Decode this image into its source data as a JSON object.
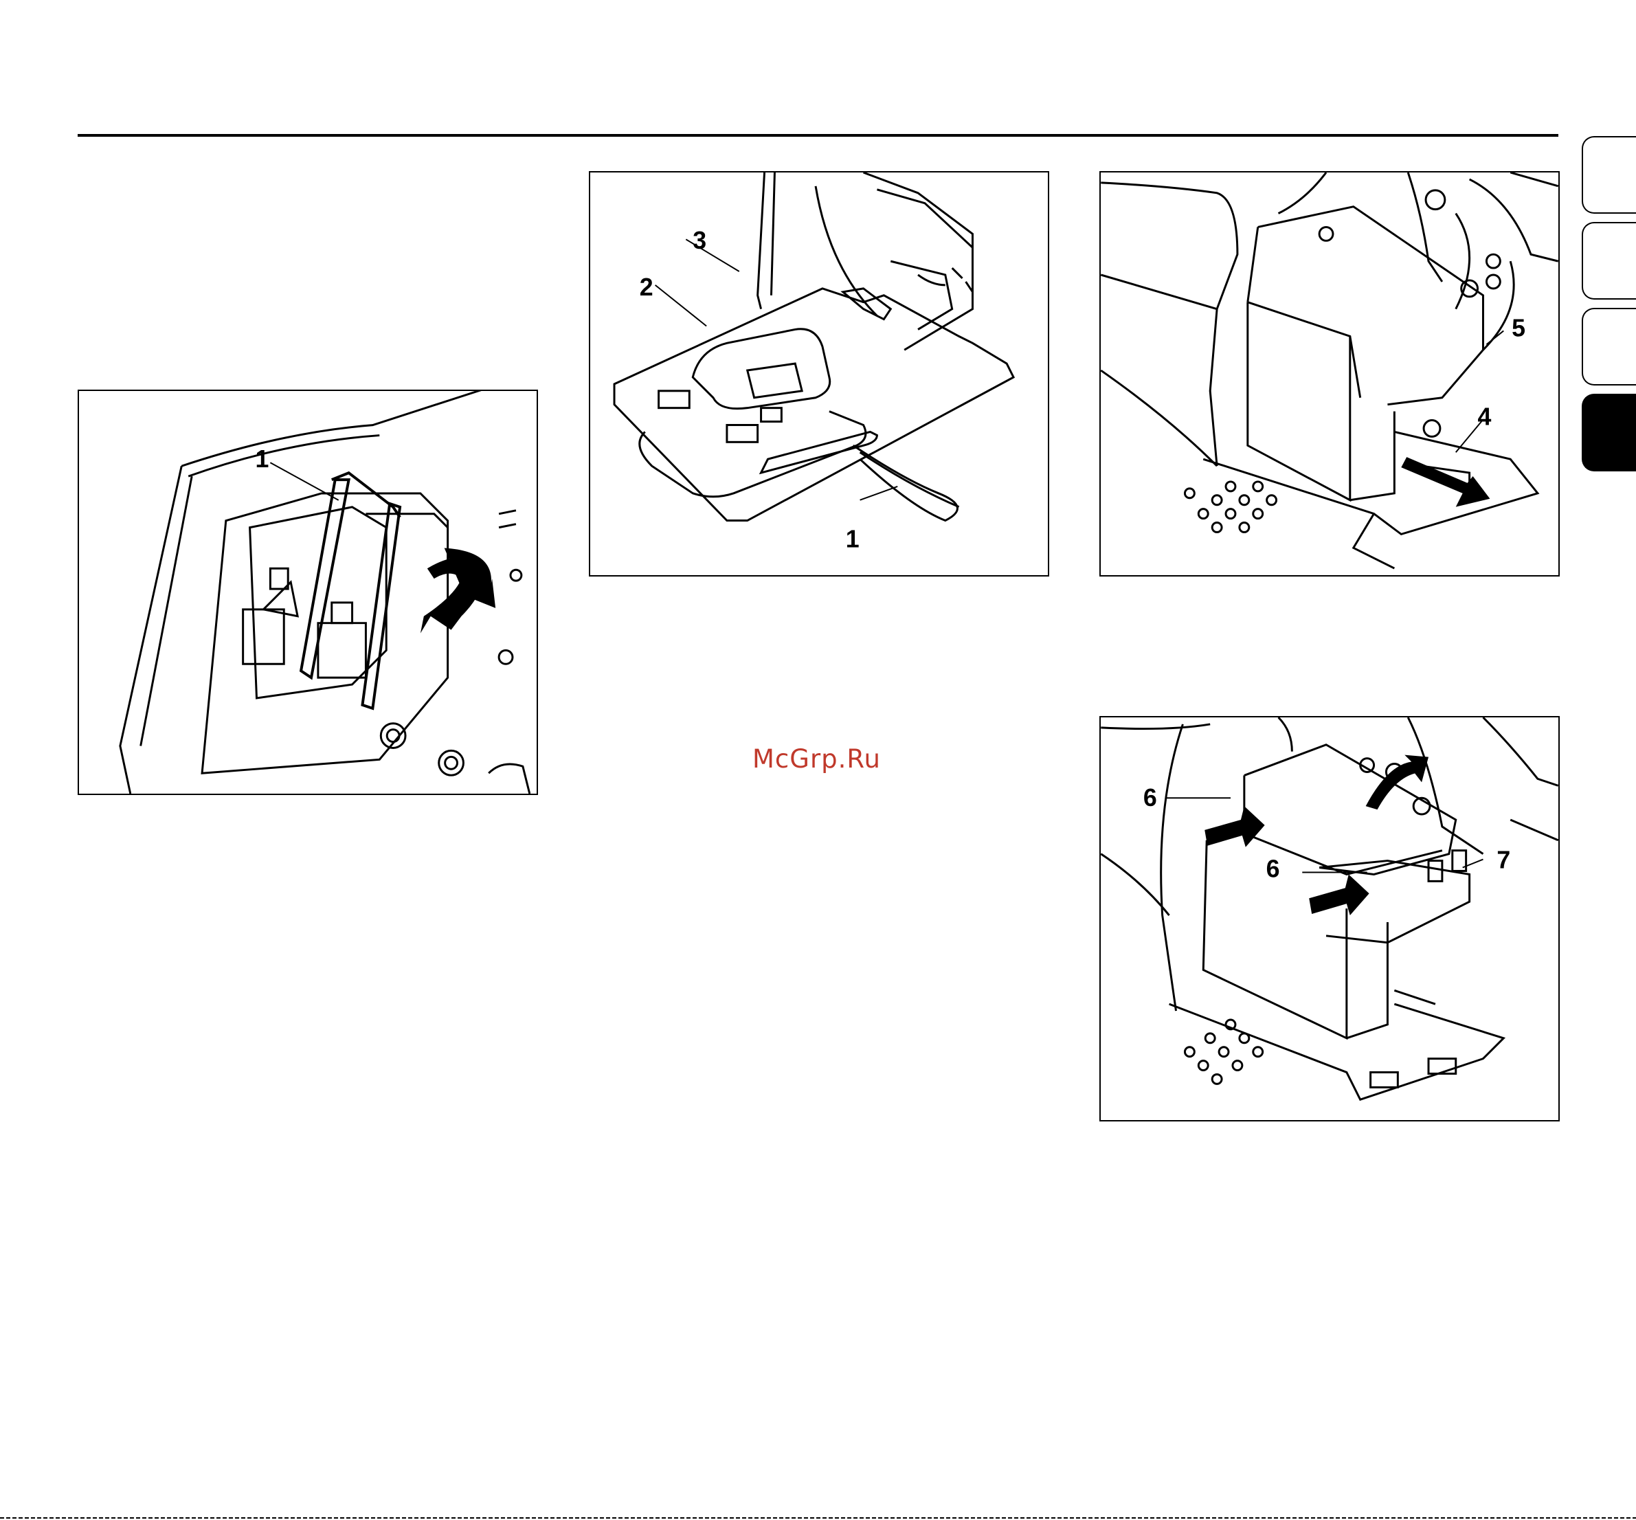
{
  "watermark": "McGrp.Ru",
  "colors": {
    "ink": "#000000",
    "paper": "#ffffff",
    "watermark": "#c0392b",
    "tab_active": "#000000"
  },
  "figures": {
    "fig1": {
      "callouts": [
        "1"
      ]
    },
    "fig2": {
      "callouts": [
        "3",
        "2",
        "1"
      ]
    },
    "fig3": {
      "callouts": [
        "5",
        "4"
      ]
    },
    "fig4": {
      "callouts": [
        "6",
        "6",
        "7"
      ]
    }
  }
}
